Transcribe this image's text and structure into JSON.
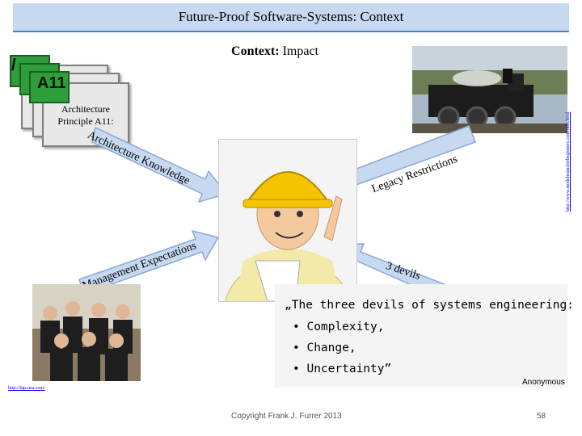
{
  "header": {
    "title": "Future-Proof Software-Systems: Context"
  },
  "slide": {
    "subtitle_bold": "Context:",
    "subtitle_rest": " Impact",
    "principle_id": "A11",
    "principle_text": "Architecture Principle A11:",
    "arrows": {
      "architecture_knowledge": "Architecture Knowledge",
      "legacy_restrictions": "Legacy Restrictions",
      "management_expectations": "Management Expectations",
      "three_devils": "3 devils"
    },
    "quote": {
      "line1": "„The three devils of systems engineering:",
      "items": [
        "Complexity,",
        "Change,",
        "Uncertainty”"
      ],
      "author": "Anonymous"
    },
    "urls": {
      "train": "http://www.modeltrainsforbeginners.com/rails.html",
      "people": "http://bgs.usa.com/"
    }
  },
  "footer": {
    "copyright": "Copyright Frank J. Furrer 2013",
    "page": "58"
  },
  "colors": {
    "title_bg": "#c6d9f1",
    "arrow_fill": "#c6d9f1",
    "arrow_stroke": "#8da9d4",
    "card_tab": "#2e9e3a",
    "helmet": "#f5c400"
  },
  "icons": [
    "architecture-card-icon",
    "engineer-clipart",
    "train-photo",
    "management-team-photo"
  ]
}
